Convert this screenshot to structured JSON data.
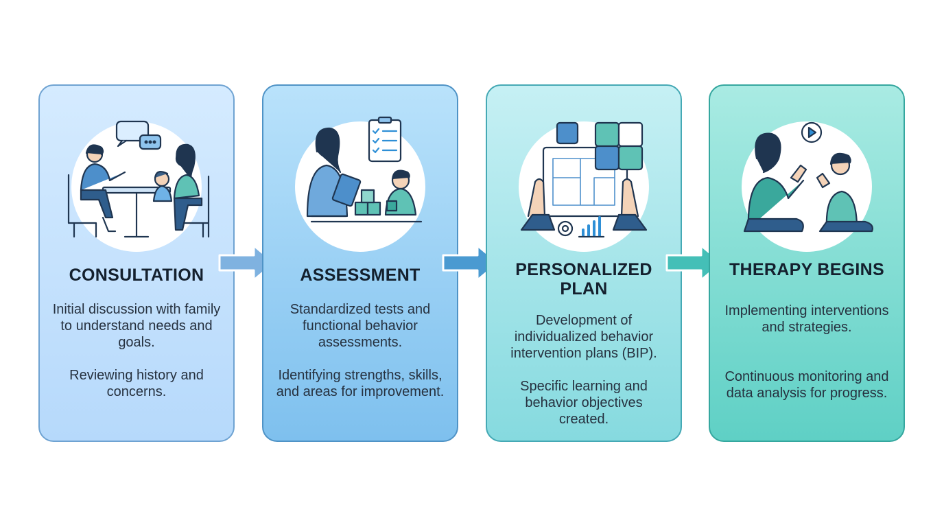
{
  "steps": [
    {
      "title": "CONSULTATION",
      "text1": "Initial discussion with family to understand needs and goals.",
      "text2": "Reviewing history and concerns.",
      "icon": "family-consultation-icon"
    },
    {
      "title": "ASSESSMENT",
      "text1": "Standardized tests and functional behavior assessments.",
      "text2": "Identifying strengths, skills, and areas for improvement.",
      "icon": "clipboard-assessment-icon"
    },
    {
      "title": "PERSONALIZED PLAN",
      "text1": "Development of individualized behavior intervention plans (BIP).",
      "text2": "Specific learning and behavior objectives created.",
      "icon": "puzzle-plan-icon"
    },
    {
      "title": "THERAPY BEGINS",
      "text1": "Implementing interventions and strategies.",
      "text2": "Continuous monitoring and data analysis for progress.",
      "icon": "therapy-clapping-icon"
    }
  ],
  "colors": {
    "card1": "#b6d9fb",
    "card2": "#7ec0ee",
    "card3": "#86dadf",
    "card4": "#5fd0c5",
    "arrow1": "#7fb2e0",
    "arrow2": "#4a9ad1",
    "arrow3": "#44bfb7",
    "outline": "#1f3550"
  }
}
